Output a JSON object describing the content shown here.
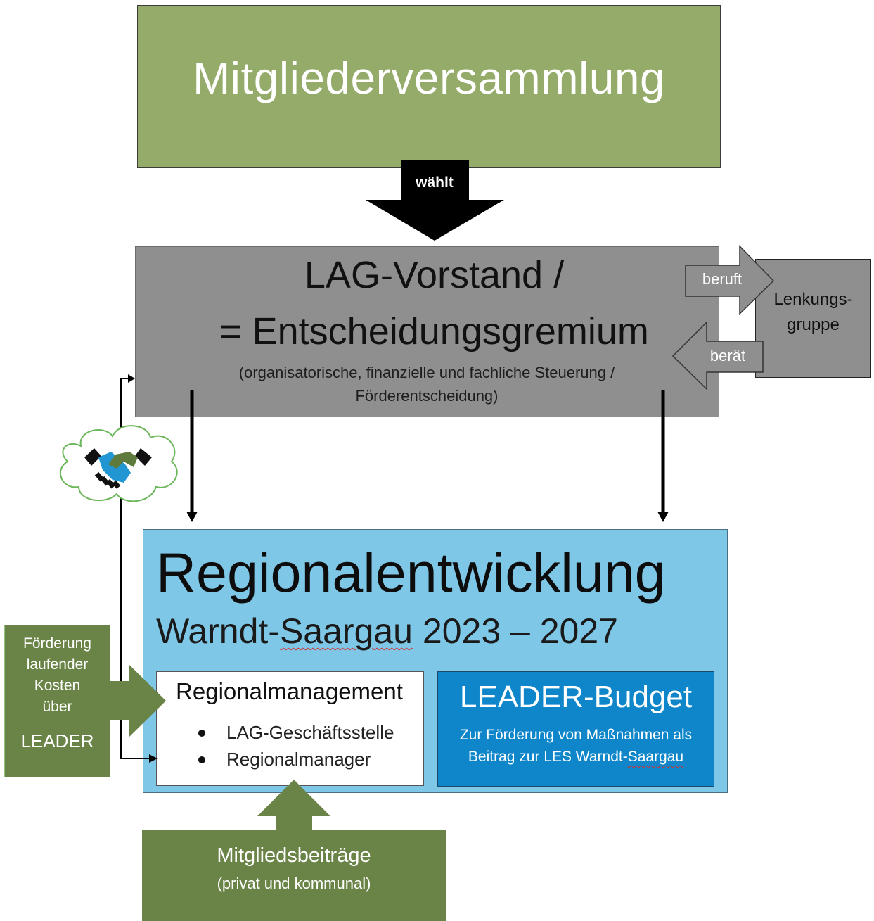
{
  "top_box": {
    "title": "Mitgliederversammlung"
  },
  "arrow_waehlt": {
    "label": "wählt"
  },
  "lag_box": {
    "title_line1": "LAG-Vorstand /",
    "title_line2": "= Entscheidungsgremium",
    "subtitle_line1": "(organisatorische, finanzielle und fachliche Steuerung /",
    "subtitle_line2": "Förderentscheidung)"
  },
  "lenkungsgruppe": {
    "line1": "Lenkungs-",
    "line2": "gruppe",
    "arrow_in_label": "beruft",
    "arrow_out_label": "berät"
  },
  "regionalentwicklung": {
    "title": "Regionalentwicklung",
    "subtitle_part1": "Warndt-",
    "subtitle_squiggle": "Saargau",
    "subtitle_part2": " 2023 – 2027"
  },
  "regionalmanagement": {
    "title": "Regionalmanagement",
    "items": [
      "LAG-Geschäftsstelle",
      "Regionalmanager"
    ]
  },
  "leader_budget": {
    "title": "LEADER-Budget",
    "desc_line1": "Zur Förderung von Maßnahmen als",
    "desc_line2_part1": "Beitrag zur LES Warndt-",
    "desc_line2_squiggle": "Saargau"
  },
  "foerderung": {
    "lines": [
      "Förderung",
      "laufender",
      "Kosten",
      "über"
    ],
    "leader": "LEADER"
  },
  "mitgliedsbeitraege": {
    "title": "Mitgliedsbeiträge",
    "subtitle": "(privat und kommunal)"
  },
  "colors": {
    "olive_light": "#94ab69",
    "olive_dark": "#6a8346",
    "grey": "#8f8f8f",
    "sky": "#7fc7e7",
    "blue": "#0e86c9",
    "black": "#000000"
  },
  "icons": {
    "cooperation": "handshake-in-cloud-icon"
  }
}
